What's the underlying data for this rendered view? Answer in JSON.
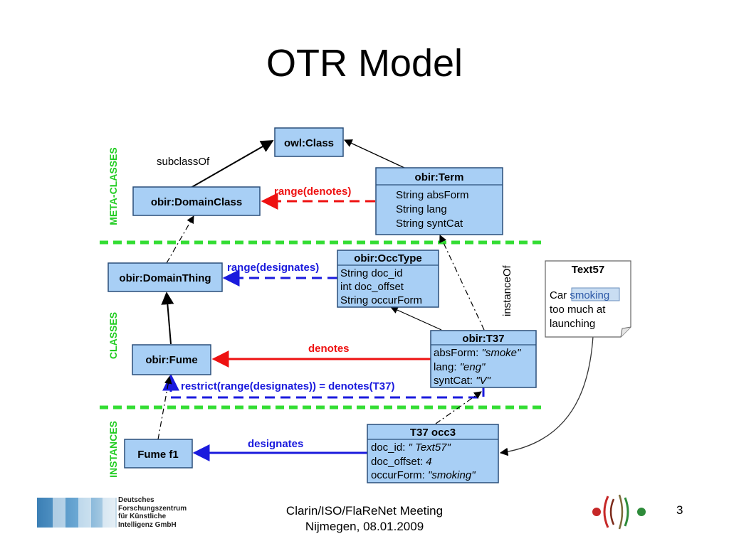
{
  "slide": {
    "title": "OTR Model",
    "page_number": "3",
    "footer_line1": "Clarin/ISO/FlaReNet Meeting",
    "footer_line2": "Nijmegen, 08.01.2009"
  },
  "logo_dfki": {
    "lines": [
      "Deutsches",
      "Forschungszentrum",
      "für Künstliche",
      "Intelligenz GmbH"
    ]
  },
  "sections": {
    "meta": "META-CLASSES",
    "classes": "CLASSES",
    "instances": "INSTANCES"
  },
  "boxes": {
    "owl_class": "owl:Class",
    "domain_class": "obir:DomainClass",
    "term": {
      "title": "obir:Term",
      "attrs": [
        "String absForm",
        "String lang",
        "String syntCat"
      ]
    },
    "domain_thing": "obir:DomainThing",
    "occtype": {
      "title": "obir:OccType",
      "attrs": [
        "String doc_id",
        "int doc_offset",
        "String occurForm"
      ]
    },
    "fume": "obir:Fume",
    "t37": {
      "title": "obir:T37",
      "attrs": [
        {
          "key": "absForm: ",
          "val": "\"smoke\""
        },
        {
          "key": "lang: ",
          "val": "\"eng\""
        },
        {
          "key": "syntCat: ",
          "val": "\"V\""
        }
      ]
    },
    "fume_f1": "Fume f1",
    "occ3": {
      "title": "T37 occ3",
      "attrs": [
        {
          "key": "doc_id: ",
          "val": "\" Text57\""
        },
        {
          "key": "doc_offset: ",
          "val": "4"
        },
        {
          "key": "occurForm: ",
          "val": "\"smoking\""
        }
      ]
    }
  },
  "document": {
    "title": "Text57",
    "before": "Car ",
    "highlight": "smoking",
    "line2": "too much at",
    "line3": "launching"
  },
  "edges": {
    "subclass_of": "subclassOf",
    "range_denotes": "range(denotes)",
    "range_designates": "range(designates)",
    "instance_of": "instanceOf",
    "denotes": "denotes",
    "restrict": "restrict(range(designates)) = denotes(T37)",
    "designates": "designates"
  },
  "colors": {
    "box_fill": "#a8cff5",
    "box_stroke": "#2a4f7a",
    "separator": "#33dd33",
    "section_label": "#22cc22",
    "red": "#ee1111",
    "blue": "#1a1add",
    "highlight_fill": "#c9ddf2"
  }
}
